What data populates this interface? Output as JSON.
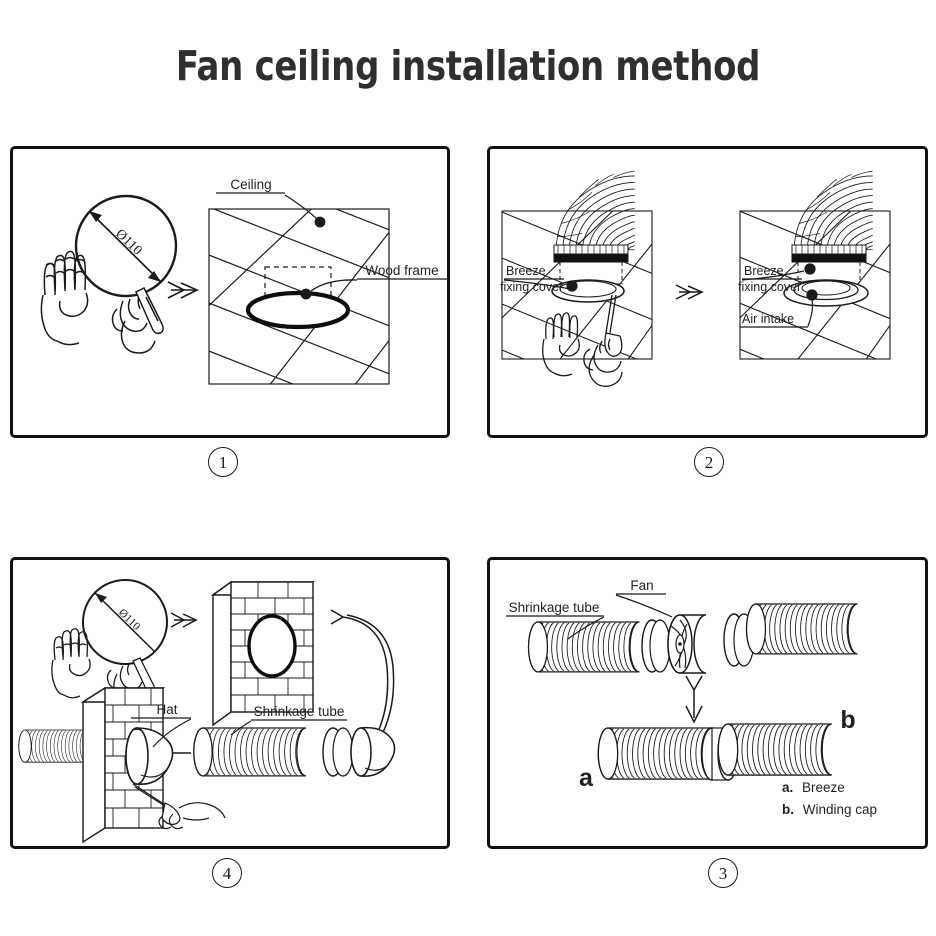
{
  "title": "Fan ceiling installation method",
  "panels": [
    {
      "id": "panel-1",
      "badge": "①",
      "badge_number": "1",
      "name": "ceiling-hole-marking",
      "labels": {
        "diameter": "Ø110",
        "ceiling": "Ceiling",
        "wood_frame": "Wood frame"
      }
    },
    {
      "id": "panel-2",
      "badge": "②",
      "badge_number": "2",
      "name": "breeze-fixing-cover-mounting",
      "labels": {
        "breeze_line1": "Breeze",
        "breeze_line2": "fixing cover",
        "breeze_line1_right": "Breeze",
        "breeze_line2_right": "fixing cover",
        "air_intake": "Air intake"
      }
    },
    {
      "id": "panel-3",
      "badge": "③",
      "badge_number": "3",
      "name": "duct-fan-assembly",
      "labels": {
        "shrinkage_tube": "Shrinkage tube",
        "fan": "Fan",
        "marker_a": "a",
        "marker_b": "b"
      },
      "legend": [
        {
          "key": "a.",
          "text": "Breeze"
        },
        {
          "key": "b.",
          "text": "Winding cap"
        }
      ]
    },
    {
      "id": "panel-4",
      "badge": "④",
      "badge_number": "4",
      "name": "wall-installation",
      "labels": {
        "diameter": "Ø110",
        "hat": "Hat",
        "shrinkage_tube": "Shrinkage tube"
      }
    }
  ],
  "colors": {
    "ink": "#231f20",
    "frame": "#111111",
    "white": "#ffffff",
    "title": "#2f2f2f"
  }
}
